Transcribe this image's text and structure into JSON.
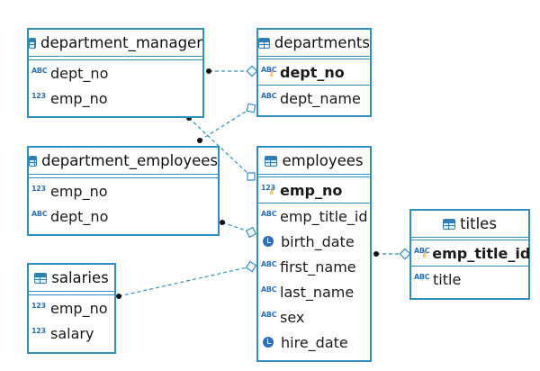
{
  "colors": {
    "border": "#2f8fbf",
    "link": "#2f8fbf",
    "key": "#e0a020",
    "type_icon": "#2a6fb3"
  },
  "entities": {
    "department_manager": {
      "name": "department_manager",
      "pk": [],
      "attrs": [
        {
          "name": "dept_no",
          "type": "ABC"
        },
        {
          "name": "emp_no",
          "type": "123"
        }
      ]
    },
    "departments": {
      "name": "departments",
      "pk": [
        {
          "name": "dept_no",
          "type": "ABC"
        }
      ],
      "attrs": [
        {
          "name": "dept_name",
          "type": "ABC"
        }
      ]
    },
    "department_employees": {
      "name": "department_employees",
      "pk": [],
      "attrs": [
        {
          "name": "emp_no",
          "type": "123"
        },
        {
          "name": "dept_no",
          "type": "ABC"
        }
      ]
    },
    "employees": {
      "name": "employees",
      "pk": [
        {
          "name": "emp_no",
          "type": "123"
        }
      ],
      "attrs": [
        {
          "name": "emp_title_id",
          "type": "ABC"
        },
        {
          "name": "birth_date",
          "type": "date"
        },
        {
          "name": "first_name",
          "type": "ABC"
        },
        {
          "name": "last_name",
          "type": "ABC"
        },
        {
          "name": "sex",
          "type": "ABC"
        },
        {
          "name": "hire_date",
          "type": "date"
        }
      ]
    },
    "salaries": {
      "name": "salaries",
      "pk": [],
      "attrs": [
        {
          "name": "emp_no",
          "type": "123"
        },
        {
          "name": "salary",
          "type": "123"
        }
      ]
    },
    "titles": {
      "name": "titles",
      "pk": [
        {
          "name": "emp_title_id",
          "type": "ABC"
        }
      ],
      "attrs": [
        {
          "name": "title",
          "type": "ABC"
        }
      ]
    }
  },
  "relationships": [
    {
      "from": "department_manager.dept_no",
      "to": "departments.dept_no"
    },
    {
      "from": "department_manager.emp_no",
      "to": "employees.emp_no"
    },
    {
      "from": "department_employees.dept_no",
      "to": "departments.dept_no"
    },
    {
      "from": "department_employees.emp_no",
      "to": "employees.emp_no"
    },
    {
      "from": "salaries.emp_no",
      "to": "employees.emp_no"
    },
    {
      "from": "employees.emp_title_id",
      "to": "titles.emp_title_id"
    }
  ]
}
